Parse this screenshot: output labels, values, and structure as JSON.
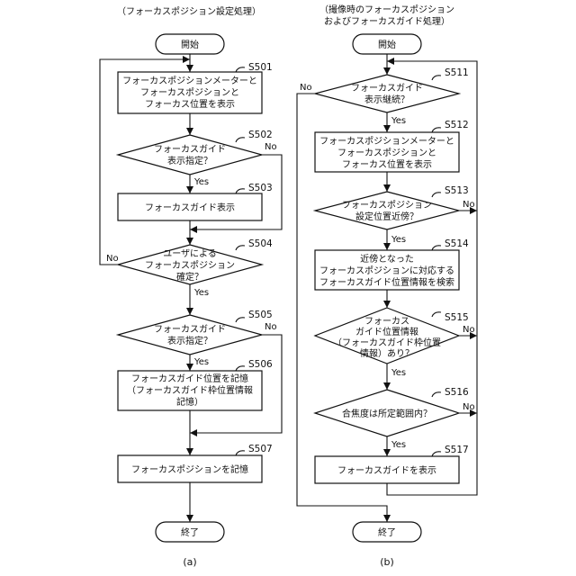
{
  "panel_a": {
    "title": "（フォーカスポジション設定処理）",
    "start": "開始",
    "end": "終了",
    "caption": "(a)",
    "s501": {
      "label": "S501",
      "lines": [
        "フォーカスポジションメーターと",
        "フォーカスポジションと",
        "フォーカス位置を表示"
      ]
    },
    "s502": {
      "label": "S502",
      "lines": [
        "フォーカスガイド",
        "表示指定？"
      ],
      "yes": "Yes",
      "no": "No"
    },
    "s503": {
      "label": "S503",
      "lines": [
        "フォーカスガイド表示"
      ]
    },
    "s504": {
      "label": "S504",
      "lines": [
        "ユーザによる",
        "フォーカスポジション",
        "確定？"
      ],
      "yes": "Yes",
      "no": "No"
    },
    "s505": {
      "label": "S505",
      "lines": [
        "フォーカスガイド",
        "表示指定？"
      ],
      "yes": "Yes",
      "no": "No"
    },
    "s506": {
      "label": "S506",
      "lines": [
        "フォーカスガイド位置を記憶",
        "（フォーカスガイド枠位置情報",
        "記憶）"
      ]
    },
    "s507": {
      "label": "S507",
      "lines": [
        "フォーカスポジションを記憶"
      ]
    }
  },
  "panel_b": {
    "title_lines": [
      "（撮像時のフォーカスポジション",
      "およびフォーカスガイド処理）"
    ],
    "start": "開始",
    "end": "終了",
    "caption": "(b)",
    "s511": {
      "label": "S511",
      "lines": [
        "フォーカスガイド",
        "表示継続？"
      ],
      "yes": "Yes",
      "no": "No"
    },
    "s512": {
      "label": "S512",
      "lines": [
        "フォーカスポジションメーターと",
        "フォーカスポジションと",
        "フォーカス位置を表示"
      ]
    },
    "s513": {
      "label": "S513",
      "lines": [
        "フォーカスポジション",
        "設定位置近傍？"
      ],
      "yes": "Yes",
      "no": "No"
    },
    "s514": {
      "label": "S514",
      "lines": [
        "近傍となった",
        "フォーカスポジションに対応する",
        "フォーカスガイド位置情報を検索"
      ]
    },
    "s515": {
      "label": "S515",
      "lines": [
        "フォーカス",
        "ガイド位置情報",
        "（フォーカスガイド枠位置",
        "情報）あり？"
      ],
      "yes": "Yes",
      "no": "No"
    },
    "s516": {
      "label": "S516",
      "lines": [
        "合焦度は所定範囲内？"
      ],
      "yes": "Yes",
      "no": "No"
    },
    "s517": {
      "label": "S517",
      "lines": [
        "フォーカスガイドを表示"
      ]
    }
  }
}
